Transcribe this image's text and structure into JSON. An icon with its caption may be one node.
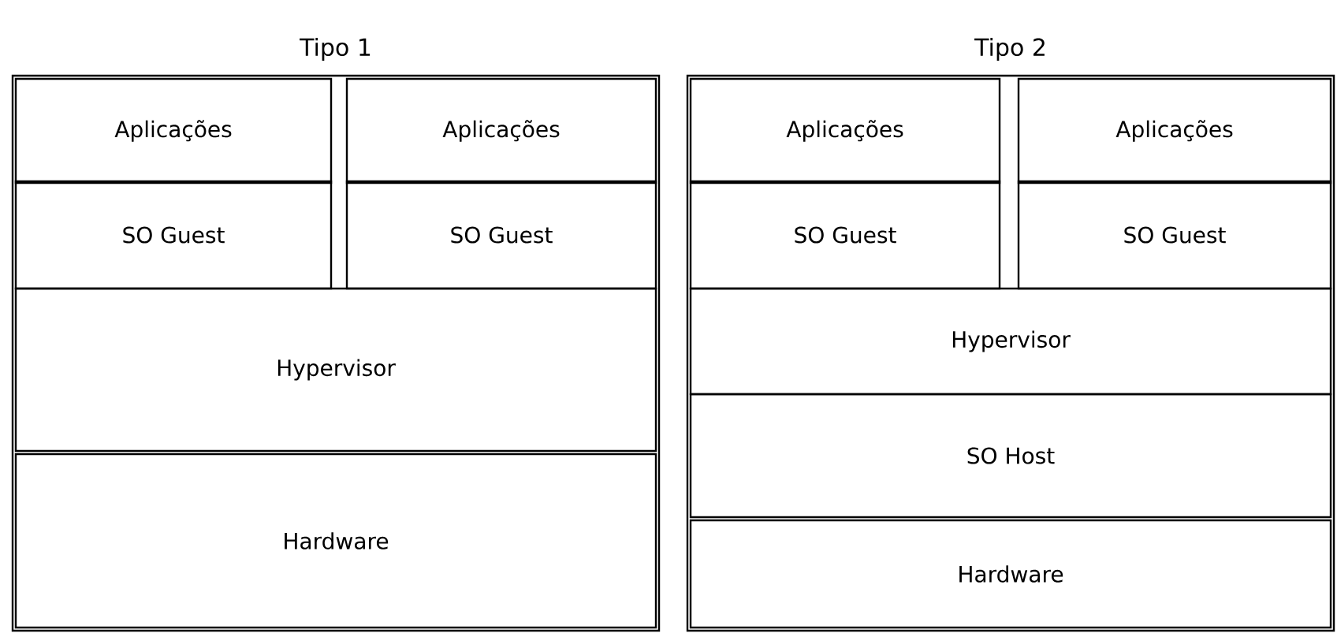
{
  "diagram": {
    "nodes": [
      {
        "text": [
          "Tipo 1"
        ]
      },
      {
        "text": [
          "Aplicações"
        ],
        "in": 0
      },
      {
        "text": [
          "Aplicações"
        ],
        "in": 0
      },
      {
        "text": [
          "SO Guest"
        ],
        "in": 0
      },
      {
        "text": [
          "SO Guest"
        ],
        "in": 0
      },
      {
        "text": [
          "Hypervisor"
        ],
        "in": 0
      },
      {
        "text": [
          "Hardware"
        ],
        "in": 0
      },
      {
        "text": [
          "Tipo 2"
        ]
      },
      {
        "text": [
          "Aplicações"
        ],
        "in": 7
      },
      {
        "text": [
          "Aplicações"
        ],
        "in": 7
      },
      {
        "text": [
          "SO Guest"
        ],
        "in": 7
      },
      {
        "text": [
          "SO Guest"
        ],
        "in": 7
      },
      {
        "text": [
          "Hypervisor"
        ],
        "in": 7
      },
      {
        "text": [
          "SO Host"
        ],
        "in": 7
      },
      {
        "text": [
          "Hardware"
        ],
        "in": 7
      }
    ]
  }
}
